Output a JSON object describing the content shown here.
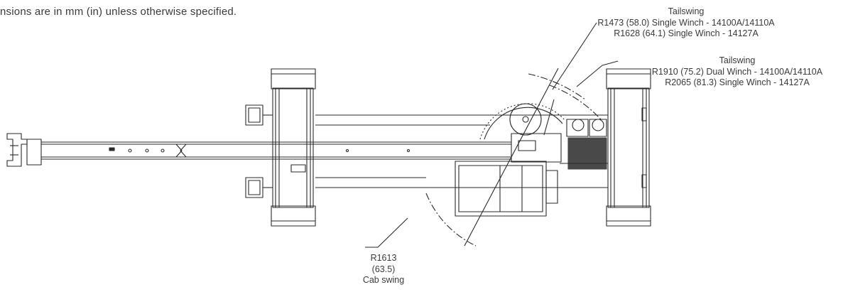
{
  "notes": {
    "dimensions": "nsions are in mm (in) unless otherwise specified."
  },
  "callouts": {
    "tailswing_1": {
      "title": "Tailswing",
      "line1": "R1473 (58.0) Single Winch - 14100A/14110A",
      "line2": "R1628 (64.1) Single Winch - 14127A"
    },
    "tailswing_2": {
      "title": "Tailswing",
      "line1": "R1910 (75.2) Dual Winch - 14100A/14110A",
      "line2": "R2065 (81.3) Single Winch - 14127A"
    },
    "cab_swing": {
      "line1": "R1613",
      "line2": "(63.5)",
      "line3": "Cab swing"
    }
  },
  "colors": {
    "line": "#2a2a2a",
    "text": "#3a3a3a",
    "background": "#ffffff"
  }
}
